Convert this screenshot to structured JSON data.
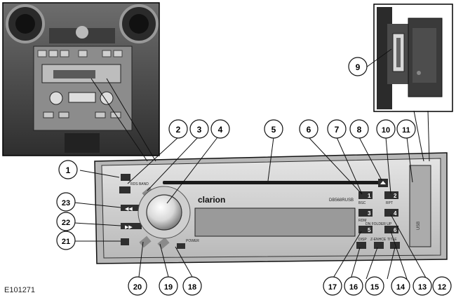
{
  "figure_code": "E101271",
  "brand_label": "clarion",
  "model_label": "DB568RUSB",
  "device_labels": {
    "rds_band": "RDS BAND",
    "bsc": "BSC",
    "rpt": "RPT",
    "rdm": "RDM",
    "dn_folder_up": "DN FOLDER UP",
    "disp": "DISP",
    "zenhce": "Z-ENHCE",
    "title": "TITLE",
    "power": "POWER",
    "usb": "USB"
  },
  "preset_buttons": [
    "1",
    "2",
    "3",
    "4",
    "5",
    "6"
  ],
  "callouts": [
    {
      "n": "1"
    },
    {
      "n": "2"
    },
    {
      "n": "3"
    },
    {
      "n": "4"
    },
    {
      "n": "5"
    },
    {
      "n": "6"
    },
    {
      "n": "7"
    },
    {
      "n": "8"
    },
    {
      "n": "9"
    },
    {
      "n": "10"
    },
    {
      "n": "11"
    },
    {
      "n": "12"
    },
    {
      "n": "13"
    },
    {
      "n": "14"
    },
    {
      "n": "15"
    },
    {
      "n": "16"
    },
    {
      "n": "17"
    },
    {
      "n": "18"
    },
    {
      "n": "19"
    },
    {
      "n": "20"
    },
    {
      "n": "21"
    },
    {
      "n": "22"
    },
    {
      "n": "23"
    }
  ],
  "colors": {
    "ink": "#111111",
    "panel": "#c9c9c9",
    "dark": "#3a3a3a",
    "photo": "#555555"
  }
}
